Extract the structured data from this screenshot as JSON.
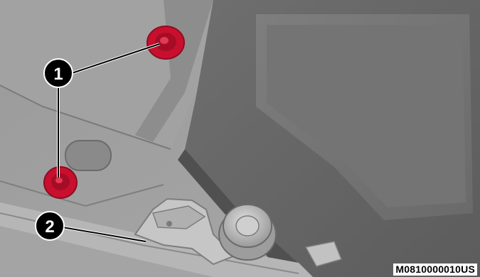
{
  "callouts": [
    {
      "number": "1"
    },
    {
      "number": "2"
    }
  ],
  "image_code": "M0810000010US",
  "colors": {
    "fastener": "#c8102e",
    "callout_bg": "#000000",
    "callout_text": "#ffffff",
    "leader": "#ffffff"
  }
}
